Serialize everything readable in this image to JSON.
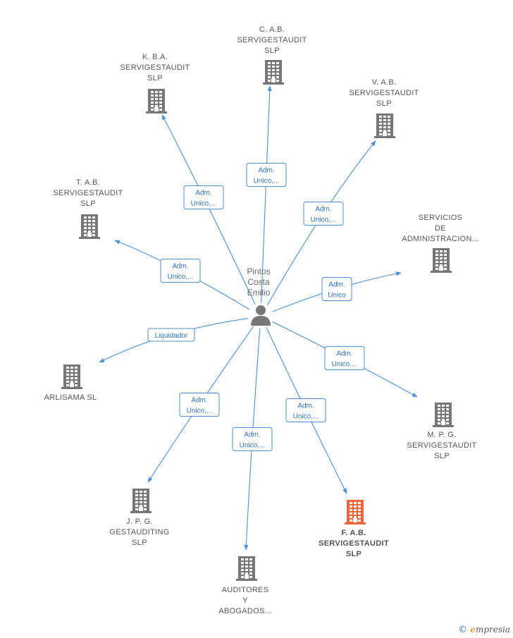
{
  "center": {
    "name_lines": [
      "Pintos",
      "Costa",
      "Emilio"
    ],
    "icon": "person-icon"
  },
  "companies": [
    {
      "id": "cab",
      "lines": [
        "C. A.B.",
        "SERVIGESTAUDIT",
        "SLP"
      ],
      "icon": "building-icon",
      "highlight": false
    },
    {
      "id": "kba",
      "lines": [
        "K. B.A.",
        "SERVIGESTAUDIT",
        "SLP"
      ],
      "icon": "building-icon",
      "highlight": false
    },
    {
      "id": "vab",
      "lines": [
        "V. A.B.",
        "SERVIGESTAUDIT",
        "SLP"
      ],
      "icon": "building-icon",
      "highlight": false
    },
    {
      "id": "tab",
      "lines": [
        "T. A.B.",
        "SERVIGESTAUDIT",
        "SLP"
      ],
      "icon": "building-icon",
      "highlight": false
    },
    {
      "id": "servicios",
      "lines": [
        "SERVICIOS",
        "DE",
        "ADMINISTRACION..."
      ],
      "icon": "building-icon",
      "highlight": false
    },
    {
      "id": "arlisama",
      "lines": [
        "ARLISAMA SL"
      ],
      "icon": "building-icon",
      "highlight": false
    },
    {
      "id": "mpg",
      "lines": [
        "M. P. G.",
        "SERVIGESTAUDIT",
        "SLP"
      ],
      "icon": "building-icon",
      "highlight": false
    },
    {
      "id": "jpg",
      "lines": [
        "J. P. G.",
        "GESTAUDITING",
        "SLP"
      ],
      "icon": "building-icon",
      "highlight": false
    },
    {
      "id": "fab",
      "lines": [
        "F. A.B.",
        "SERVIGESTAUDIT",
        "SLP"
      ],
      "icon": "building-icon",
      "highlight": true
    },
    {
      "id": "auditores",
      "lines": [
        "AUDITORES",
        "Y",
        "ABOGADOS..."
      ],
      "icon": "building-icon",
      "highlight": false
    }
  ],
  "edges": [
    {
      "to": "cab",
      "label_lines": [
        "Adm.",
        "Unico,..."
      ]
    },
    {
      "to": "kba",
      "label_lines": [
        "Adm.",
        "Unico,..."
      ]
    },
    {
      "to": "vab",
      "label_lines": [
        "Adm.",
        "Unico,..."
      ]
    },
    {
      "to": "tab",
      "label_lines": [
        "Adm.",
        "Unico,..."
      ]
    },
    {
      "to": "servicios",
      "label_lines": [
        "Adm.",
        "Unico"
      ]
    },
    {
      "to": "arlisama",
      "label_lines": [
        "Liquidador"
      ]
    },
    {
      "to": "mpg",
      "label_lines": [
        "Adm.",
        "Unico,..."
      ]
    },
    {
      "to": "jpg",
      "label_lines": [
        "Adm.",
        "Unico,..."
      ]
    },
    {
      "to": "fab",
      "label_lines": [
        "Adm.",
        "Unico,..."
      ]
    },
    {
      "to": "auditores",
      "label_lines": [
        "Adm.",
        "Unico,..."
      ]
    }
  ],
  "colors": {
    "building": "#777777",
    "building_highlight": "#f0643a",
    "person": "#777777",
    "edge": "#4a8fd8"
  },
  "footer": {
    "copyright_symbol": "©",
    "brand_first": "e",
    "brand_rest": "mpresia"
  }
}
